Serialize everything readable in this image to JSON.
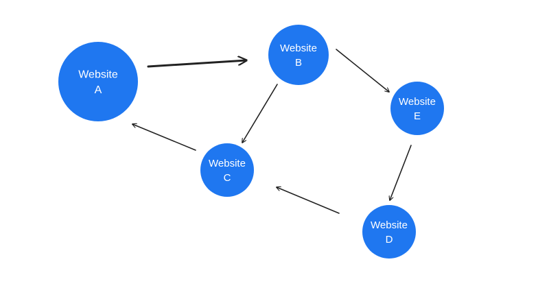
{
  "colors": {
    "node_fill": "#1f77f0",
    "node_text": "#ffffff",
    "edge": "#222222",
    "background": "#ffffff"
  },
  "nodes": [
    {
      "id": "A",
      "line1": "Website",
      "line2": "A"
    },
    {
      "id": "B",
      "line1": "Website",
      "line2": "B"
    },
    {
      "id": "C",
      "line1": "Website",
      "line2": "C"
    },
    {
      "id": "D",
      "line1": "Website",
      "line2": "D"
    },
    {
      "id": "E",
      "line1": "Website",
      "line2": "E"
    }
  ],
  "edges": [
    {
      "from": "A",
      "to": "B"
    },
    {
      "from": "B",
      "to": "C"
    },
    {
      "from": "B",
      "to": "E"
    },
    {
      "from": "E",
      "to": "D"
    },
    {
      "from": "D",
      "to": "C"
    },
    {
      "from": "C",
      "to": "A"
    }
  ]
}
